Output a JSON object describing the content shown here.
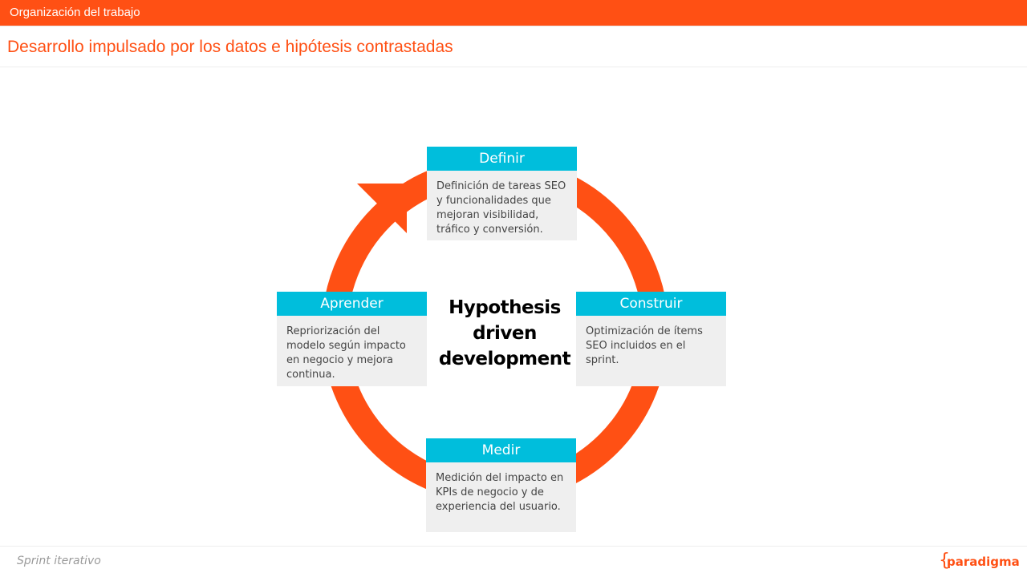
{
  "header": {
    "section": "Organización del trabajo",
    "title": "Desarrollo impulsado por los datos e hipótesis contrastadas"
  },
  "diagram": {
    "center": [
      "Hypothesis",
      "driven",
      "development"
    ],
    "steps": {
      "definir": {
        "title": "Definir",
        "body": "Definición de tareas SEO y funcionalidades que mejoran visibilidad, tráfico y conversión."
      },
      "construir": {
        "title": "Construir",
        "body": "Optimización de ítems SEO incluidos en el sprint."
      },
      "medir": {
        "title": "Medir",
        "body": "Medición del impacto en KPIs de negocio y de experiencia del usuario."
      },
      "aprender": {
        "title": "Aprender",
        "body": "Repriorización del modelo según impacto en negocio y mejora continua."
      }
    }
  },
  "footer": {
    "text": "Sprint iterativo",
    "logo": "paradigma"
  },
  "colors": {
    "accent": "#ff5014",
    "box_header": "#00bedc",
    "box_body": "#efefef"
  }
}
